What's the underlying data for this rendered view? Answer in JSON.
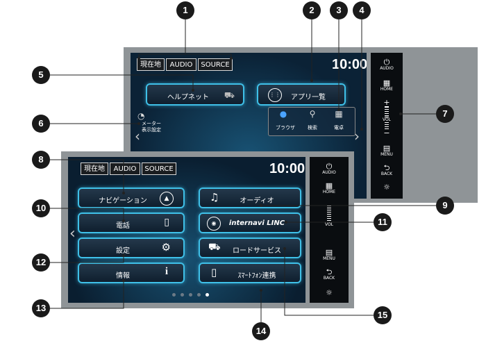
{
  "back_unit": {
    "buttons": [
      "現在地",
      "AUDIO",
      "SOURCE"
    ],
    "clock": "10:00",
    "tiles": {
      "helpnet": "ヘルプネット",
      "app_list": "アプリ一覧"
    },
    "meter": "メーター\n表示設定",
    "apps": [
      "ブラウザ",
      "検索",
      "電卓"
    ]
  },
  "front_unit": {
    "buttons": [
      "現在地",
      "AUDIO",
      "SOURCE"
    ],
    "clock": "10:00",
    "tiles": {
      "navigation": "ナビゲーション",
      "audio": "オーディオ",
      "phone": "電話",
      "internavi": "internavi LINC",
      "settings": "設定",
      "road_service": "ロードサービス",
      "info": "情報",
      "smartphone": "ｽﾏｰﾄﾌｫﾝ連携"
    },
    "page_dots": 5,
    "active_page": 5
  },
  "side_panel": {
    "audio": "AUDIO",
    "home": "HOME",
    "vol": "VOL",
    "menu": "MENU",
    "back": "BACK"
  },
  "callouts": [
    "1",
    "2",
    "3",
    "4",
    "5",
    "6",
    "7",
    "8",
    "9",
    "10",
    "11",
    "12",
    "13",
    "14",
    "15"
  ]
}
